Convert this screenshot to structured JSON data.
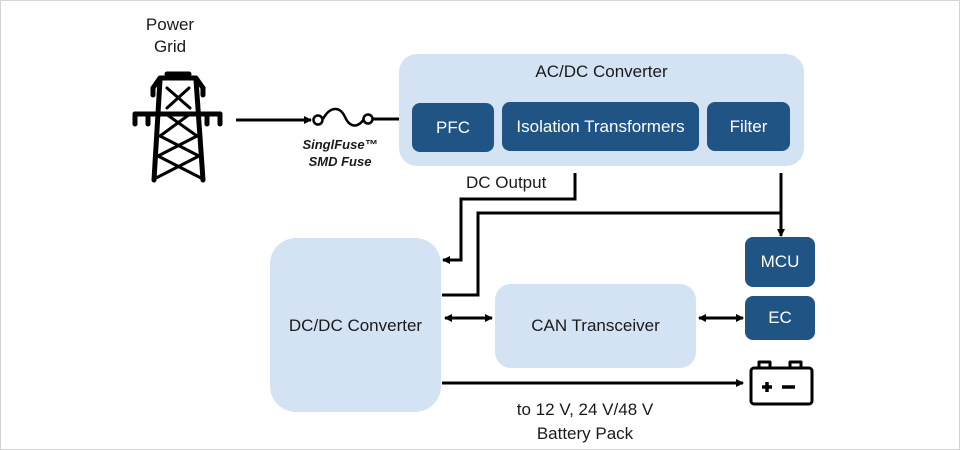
{
  "diagram": {
    "power_grid": {
      "label_line1": "Power",
      "label_line2": "Grid",
      "icon": "transmission-tower-icon"
    },
    "fuse": {
      "label_line1": "SinglFuse™",
      "label_line2": "SMD Fuse",
      "icon": "fuse-icon"
    },
    "ac_dc_converter": {
      "title": "AC/DC Converter",
      "blocks": [
        "PFC",
        "Isolation Transformers",
        "Filter"
      ]
    },
    "dc_output_label": "DC Output",
    "dc_dc_converter": {
      "label": "DC/DC Converter"
    },
    "can_transceiver": {
      "label": "CAN Transceiver"
    },
    "mcu": {
      "label": "MCU"
    },
    "ec": {
      "label": "EC"
    },
    "battery": {
      "icon": "battery-icon",
      "label_line1": "to 12 V, 24 V/48 V",
      "label_line2": "Battery Pack"
    },
    "colors": {
      "light_block": "#d3e3f4",
      "dark_block": "#1f5485",
      "line": "#000000"
    }
  }
}
